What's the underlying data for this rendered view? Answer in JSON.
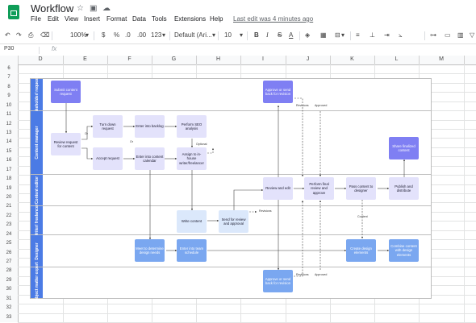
{
  "app": {
    "title": "Workflow",
    "last_edit": "Last edit was 4 minutes ago"
  },
  "menu": [
    "File",
    "Edit",
    "View",
    "Insert",
    "Format",
    "Data",
    "Tools",
    "Extensions",
    "Help"
  ],
  "toolbar": {
    "zoom": "100%",
    "currency": "$",
    "percent": "%",
    "dec_less": ".0",
    "dec_more": ".00",
    "number_format": "123",
    "font": "Default (Ari...",
    "font_size": "10",
    "bold": "B",
    "italic": "I",
    "strike": "S",
    "text_color": "A"
  },
  "formula_bar": {
    "cell": "P30",
    "fx": "fx",
    "value": ""
  },
  "columns": [
    "D",
    "E",
    "F",
    "G",
    "H",
    "I",
    "J",
    "K",
    "L",
    "M"
  ],
  "rows": [
    "6",
    "7",
    "8",
    "9",
    "10",
    "11",
    "12",
    "13",
    "14",
    "15",
    "16",
    "17",
    "18",
    "19",
    "20",
    "21",
    "22",
    "23",
    "24",
    "25",
    "26",
    "27",
    "28",
    "29",
    "30",
    "31",
    "32",
    "33"
  ],
  "lanes": [
    {
      "label": "Stakeholder/ requester"
    },
    {
      "label": "Content manager"
    },
    {
      "label": "Content editor"
    },
    {
      "label": "Writer/ freelancer"
    },
    {
      "label": "Designer"
    },
    {
      "label": "Subject matter expert"
    }
  ],
  "boxes": {
    "submit": "Submit content request",
    "approve_top": "Approve or send back for revision",
    "review_req": "Review request for content",
    "turn_down": "Turn down request",
    "enter_backlog": "Enter into backlog",
    "seo": "Perform SEO analysis",
    "accept": "Accept request",
    "calendar": "Enter into content calendar",
    "assign": "Assign to in-house writer/freelancer",
    "share": "Share finalized content",
    "review_edit": "Review and edit",
    "final_review": "Perform final review and approve",
    "pass_designer": "Pass content to designer",
    "publish": "Publish and distribute",
    "write": "Write content",
    "send_review": "Send for review and approval",
    "meet": "Meet to determine design needs",
    "timeline": "Enter into team schedule",
    "create_design": "Create design elements",
    "combine": "Combine content with design elements",
    "approve_bottom": "Approve or send back for revision"
  },
  "notes": {
    "or1": "Or",
    "or2": "Or",
    "optional": "Optional",
    "revisions_top": "Revisions",
    "approved_top": "Approved",
    "revisions_mid": "Revisions",
    "content": "Content",
    "revisions_bottom": "Revisions",
    "approved_bottom": "Approved"
  },
  "colors": {
    "lane_label": "#4b7be5",
    "purple": "#7f7ff3",
    "lavender": "#e3e2fb",
    "blue": "#7aa7f0",
    "light_blue": "#dbe8fb",
    "sheets_green": "#0f9d58"
  }
}
